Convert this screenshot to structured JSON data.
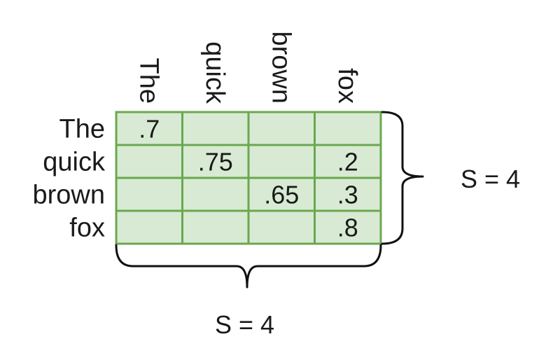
{
  "matrix": {
    "columns": [
      "The",
      "quick",
      "brown",
      "fox"
    ],
    "rows": [
      "The",
      "quick",
      "brown",
      "fox"
    ],
    "cells": [
      [
        ".7",
        "",
        "",
        ""
      ],
      [
        "",
        ".75",
        "",
        ".2"
      ],
      [
        "",
        "",
        ".65",
        ".3"
      ],
      [
        "",
        "",
        "",
        ".8"
      ]
    ],
    "cell_fill": "#d8ead3",
    "cell_stroke": "#6aa84f"
  },
  "dimensions": {
    "vertical_label": "S = 4",
    "horizontal_label": "S = 4"
  }
}
